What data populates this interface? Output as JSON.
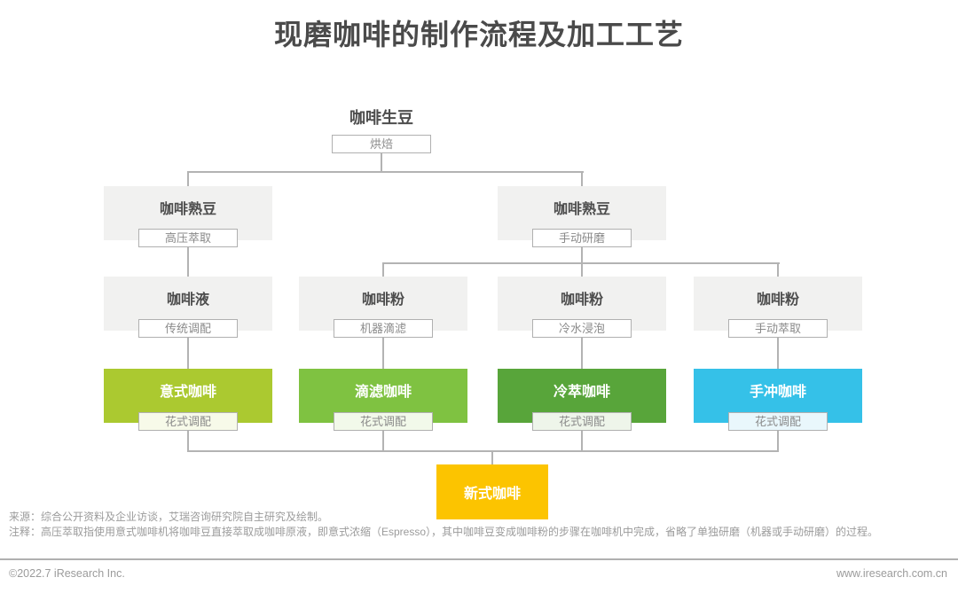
{
  "title": "现磨咖啡的制作流程及加工工艺",
  "flow": {
    "root": {
      "label": "咖啡生豆",
      "process": "烘焙"
    },
    "level2": [
      {
        "label": "咖啡熟豆",
        "process": "高压萃取"
      },
      {
        "label": "咖啡熟豆",
        "process": "手动研磨"
      }
    ],
    "level3": [
      {
        "label": "咖啡液",
        "process": "传统调配"
      },
      {
        "label": "咖啡粉",
        "process": "机器滴滤"
      },
      {
        "label": "咖啡粉",
        "process": "冷水浸泡"
      },
      {
        "label": "咖啡粉",
        "process": "手动萃取"
      }
    ],
    "level4": [
      {
        "label": "意式咖啡",
        "process": "花式调配",
        "color": "#abc930",
        "process_bg": "#f7fae9"
      },
      {
        "label": "滴滤咖啡",
        "process": "花式调配",
        "color": "#7fc241",
        "process_bg": "#f2f9ea"
      },
      {
        "label": "冷萃咖啡",
        "process": "花式调配",
        "color": "#58a53a",
        "process_bg": "#eef5ea"
      },
      {
        "label": "手冲咖啡",
        "process": "花式调配",
        "color": "#35c1e8",
        "process_bg": "#e9f7fc"
      }
    ],
    "final": {
      "label": "新式咖啡",
      "color": "#fcc400"
    }
  },
  "footer": {
    "source": "来源：综合公开资料及企业访谈，艾瑞咨询研究院自主研究及绘制。",
    "note": "注释：高压萃取指使用意式咖啡机将咖啡豆直接萃取成咖啡原液，即意式浓缩（Espresso），其中咖啡豆变成咖啡粉的步骤在咖啡机中完成，省略了单独研磨（机器或手动研磨）的过程。"
  },
  "bottom_bar": {
    "copyright": "©2022.7 iResearch Inc.",
    "website": "www.iresearch.com.cn"
  },
  "colors": {
    "node_fill": "#f1f1f0",
    "node_text": "#4d4d4d",
    "connector": "#b3b3b3",
    "process_border": "#b0b0b0",
    "process_text": "#8a8a8a",
    "footer_text": "#9b9b9b"
  }
}
